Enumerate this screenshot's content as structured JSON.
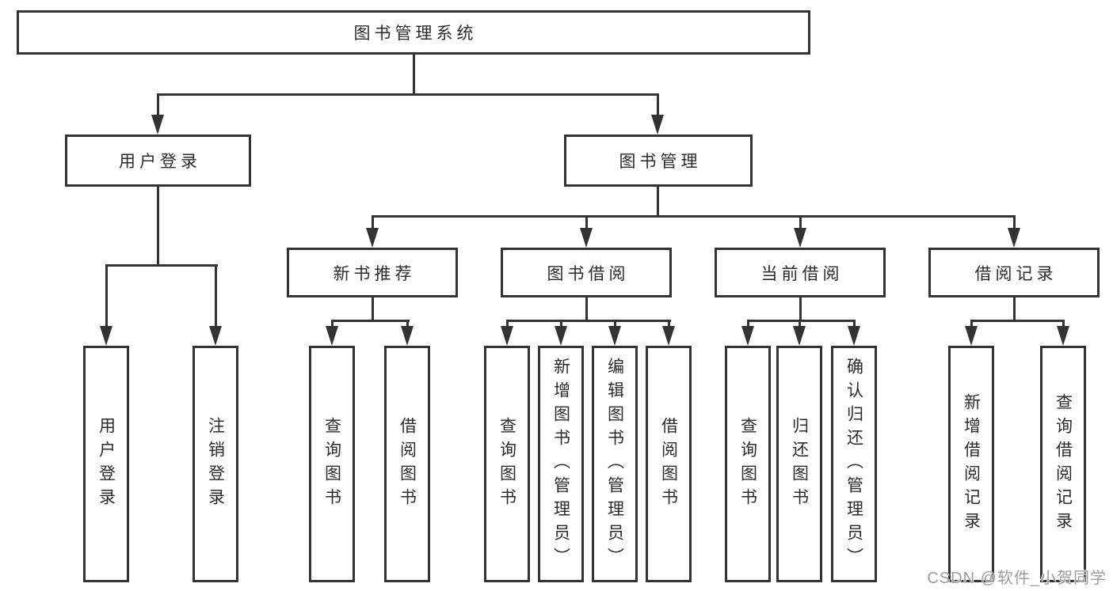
{
  "tree": {
    "label": "图书管理系统",
    "children": [
      {
        "label": "用户登录",
        "children": [
          {
            "label": "用户登录"
          },
          {
            "label": "注销登录"
          }
        ]
      },
      {
        "label": "图书管理",
        "children": [
          {
            "label": "新书推荐",
            "children": [
              {
                "label": "查询图书"
              },
              {
                "label": "借阅图书"
              }
            ]
          },
          {
            "label": "图书借阅",
            "children": [
              {
                "label": "查询图书"
              },
              {
                "label": "新增图书（管理员）"
              },
              {
                "label": "编辑图书（管理员）"
              },
              {
                "label": "借阅图书"
              }
            ]
          },
          {
            "label": "当前借阅",
            "children": [
              {
                "label": "查询图书"
              },
              {
                "label": "归还图书"
              },
              {
                "label": "确认归还（管理员）"
              }
            ]
          },
          {
            "label": "借阅记录",
            "children": [
              {
                "label": "新增借阅记录"
              },
              {
                "label": "查询借阅记录"
              }
            ]
          }
        ]
      }
    ]
  },
  "watermark": {
    "text": "CSDN @软件_小贺同学"
  },
  "colors": {
    "line": "#333333",
    "text": "#2b2b2b",
    "background": "#ffffff",
    "watermark": "#9c9c9c"
  }
}
